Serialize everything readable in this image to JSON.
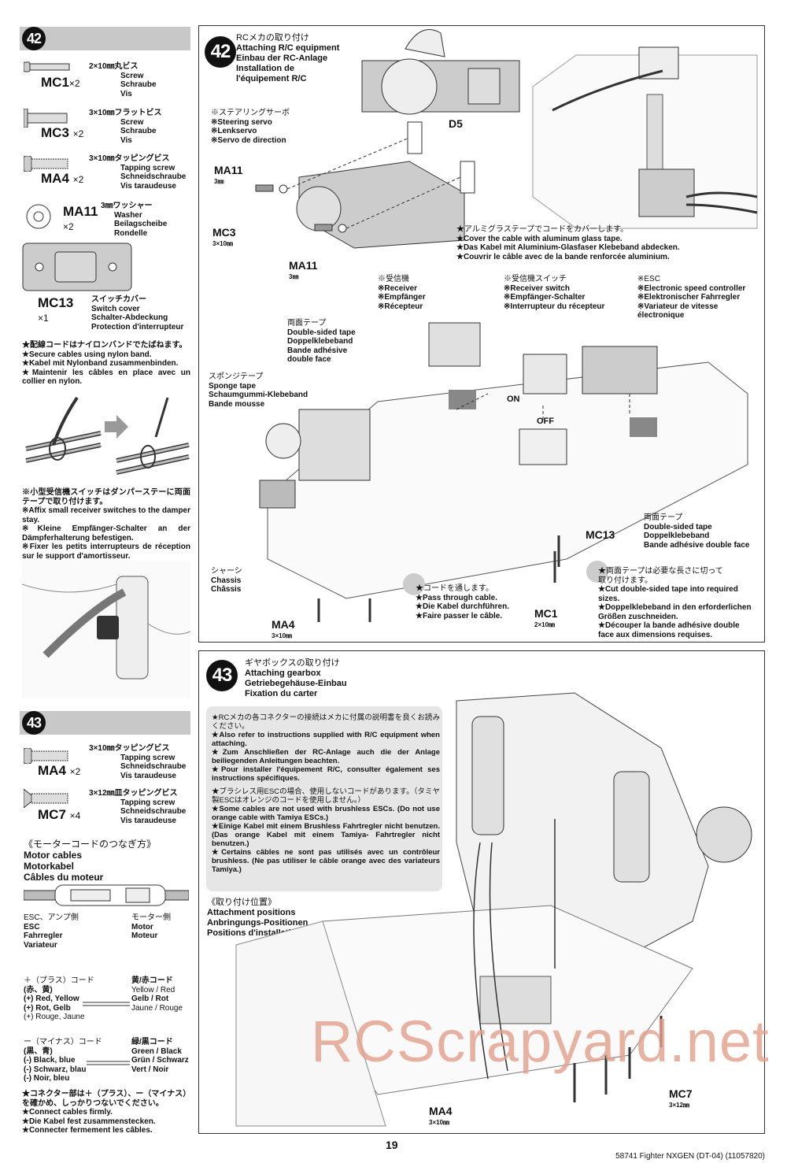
{
  "step42_parts": {
    "number": "42",
    "items": [
      {
        "code": "MC1",
        "qty": "×2",
        "ja": "2×10㎜丸ビス",
        "en": "Screw",
        "de": "Schraube",
        "fr": "Vis"
      },
      {
        "code": "MC3",
        "qty": "×2",
        "ja": "3×10㎜フラットビス",
        "en": "Screw",
        "de": "Schraube",
        "fr": "Vis"
      },
      {
        "code": "MA4",
        "qty": "×2",
        "ja": "3×10㎜タッピングビス",
        "en": "Tapping screw",
        "de": "Schneidschraube",
        "fr": "Vis taraudeuse"
      },
      {
        "code": "MA11",
        "qty": "×2",
        "ja": "3㎜ワッシャー",
        "en": "Washer",
        "de": "Beilagscheibe",
        "fr": "Rondelle"
      },
      {
        "code": "MC13",
        "qty": "×1",
        "ja": "スイッチカバー",
        "en": "Switch cover",
        "de": "Schalter-Abdeckung",
        "fr": "Protection d'interrupteur"
      }
    ],
    "nylon_note": [
      "★配線コードはナイロンバンドでたばねます。",
      "★Secure cables using nylon band.",
      "★Kabel mit Nylonband zusammenbinden.",
      "★Maintenir les câbles en place avec un collier en nylon."
    ],
    "switch_note": [
      "※小型受信機スイッチはダンパーステーに両面テープで取り付けます。",
      "※Affix small receiver switches to the damper stay.",
      "※Kleine Empfänger-Schalter an der Dämpferhalterung befestigen.",
      "※Fixer les petits interrupteurs de réception sur le support d'amortisseur."
    ]
  },
  "step42_main": {
    "number": "42",
    "title": [
      "RCメカの取り付け",
      "Attaching R/C equipment",
      "Einbau der RC-Anlage",
      "Installation de",
      "l'équipement R/C"
    ],
    "servo": [
      "※ステアリングサーボ",
      "※Steering servo",
      "※Lenkservo",
      "※Servo de direction"
    ],
    "d5": "D5",
    "ma11_a": "MA11",
    "ma11_a_size": "3㎜",
    "mc3": "MC3",
    "mc3_size": "3×10㎜",
    "ma11_b": "MA11",
    "ma11_b_size": "3㎜",
    "alu_note": [
      "★アルミグラステープでコードをカバーします。",
      "★Cover the cable with aluminum glass tape.",
      "★Das Kabel mit Aluminium-Glasfaser Klebeband abdecken.",
      "★Couvrir le câble avec de la bande renforcée aluminium."
    ],
    "receiver": [
      "※受信機",
      "※Receiver",
      "※Empfänger",
      "※Récepteur"
    ],
    "rswitch": [
      "※受信機スイッチ",
      "※Receiver switch",
      "※Empfänger-Schalter",
      "※Interrupteur du récepteur"
    ],
    "esc": [
      "※ESC",
      "※Electronic speed controller",
      "※Elektronischer Fahrregler",
      "※Variateur de vitesse",
      "électronique"
    ],
    "tape1": [
      "両面テープ",
      "Double-sided tape",
      "Doppelklebeband",
      "Bande adhésive",
      "double face"
    ],
    "sponge": [
      "スポンジテープ",
      "Sponge tape",
      "Schaumgummi-Klebeband",
      "Bande mousse"
    ],
    "on": "ON",
    "off": "OFF",
    "tape2": [
      "両面テープ",
      "Double-sided tape",
      "Doppelklebeband",
      "Bande adhésive double face"
    ],
    "mc13": "MC13",
    "chassis": [
      "シャーシ",
      "Chassis",
      "Châssis"
    ],
    "pass": [
      "★コードを通します。",
      "★Pass through cable.",
      "★Die Kabel durchführen.",
      "★Faire passer le câble."
    ],
    "ma4": "MA4",
    "ma4_size": "3×10㎜",
    "mc1": "MC1",
    "mc1_size": "2×10㎜",
    "cut_note": [
      "★両面テープは必要な長さに切って",
      "取り付けます。",
      "★Cut double-sided tape into required",
      "sizes.",
      "★Doppelklebeband in den erforderlichen",
      "Größen zuschneiden.",
      "★Découper la bande adhésive double",
      "face aux dimensions requises."
    ]
  },
  "step43_parts": {
    "number": "43",
    "items": [
      {
        "code": "MA4",
        "qty": "×2",
        "ja": "3×10㎜タッピングビス",
        "en": "Tapping screw",
        "de": "Schneidschraube",
        "fr": "Vis taraudeuse"
      },
      {
        "code": "MC7",
        "qty": "×4",
        "ja": "3×12㎜皿タッピングビス",
        "en": "Tapping screw",
        "de": "Schneidschraube",
        "fr": "Vis taraudeuse"
      }
    ],
    "motor_title": [
      "《モーターコードのつなぎ方》",
      "Motor cables",
      "Motorkabel",
      "Câbles du moteur"
    ],
    "esc_side": [
      "ESC、アンプ側",
      "ESC",
      "Fahrregler",
      "Variateur"
    ],
    "motor_side": [
      "モーター側",
      "Motor",
      "Moteur"
    ],
    "plus": [
      "＋（プラス）コード",
      "(赤、黄)",
      "(+) Red, Yellow",
      "(+) Rot, Gelb",
      "(+) Rouge, Jaune"
    ],
    "yr": [
      "黄/赤コード",
      "Yellow / Red",
      "Gelb / Rot",
      "Jaune / Rouge"
    ],
    "minus": [
      "ー（マイナス）コード",
      "(黒、青)",
      "(-) Black, blue",
      "(-) Schwarz, blau",
      "(-) Noir, bleu"
    ],
    "gb": [
      "緑/黒コード",
      "Green / Black",
      "Grün / Schwarz",
      "Vert / Noir"
    ],
    "connect_note": [
      "★コネクター部は＋（プラス）、ー（マイナス）を確かめ、しっかりつないでください。",
      "★Connect cables firmly.",
      "★Die Kabel fest zusammenstecken.",
      "★Connecter fermement les câbles."
    ]
  },
  "step43_main": {
    "number": "43",
    "title": [
      "ギヤボックスの取り付け",
      "Attaching gearbox",
      "Getriebegehäuse-Einbau",
      "Fixation du carter"
    ],
    "note1": [
      "★RCメカの各コネクターの接続はメカに付属の説明書を良くお読みください。",
      "★Also refer to instructions supplied with R/C equipment when attaching.",
      "★Zum Anschließen der RC-Anlage auch die der Anlage beiliegenden Anleitungen beachten.",
      "★Pour installer l'équipement R/C, consulter également ses instructions spécifiques."
    ],
    "note2": [
      "★ブラシレス用ESCの場合、使用しないコードがあります。（タミヤ製ESCはオレンジのコードを使用しません。）",
      "★Some cables are not used with brushless ESCs. (Do not use orange cable with Tamiya ESCs.)",
      "★Einige Kabel mit einem Brushless Fahrtregler nicht benutzen. (Das orange Kabel mit einem Tamiya- Fahrtregler nicht benutzen.)",
      "★Certains câbles ne sont pas utilisés avec un contrôleur brushless. (Ne pas utiliser le câble orange avec des variateurs Tamiya.)"
    ],
    "positions": [
      "《取り付け位置》",
      "Attachment positions",
      "Anbringungs-Positionen",
      "Positions d'installation"
    ],
    "ma4": "MA4",
    "ma4_size": "3×10㎜",
    "mc7": "MC7",
    "mc7_size": "3×12㎜"
  },
  "footer": {
    "page": "19",
    "product": "58741 Fighter NXGEN (DT-04) (11057820)"
  },
  "watermark": "RCScrapyard.net"
}
